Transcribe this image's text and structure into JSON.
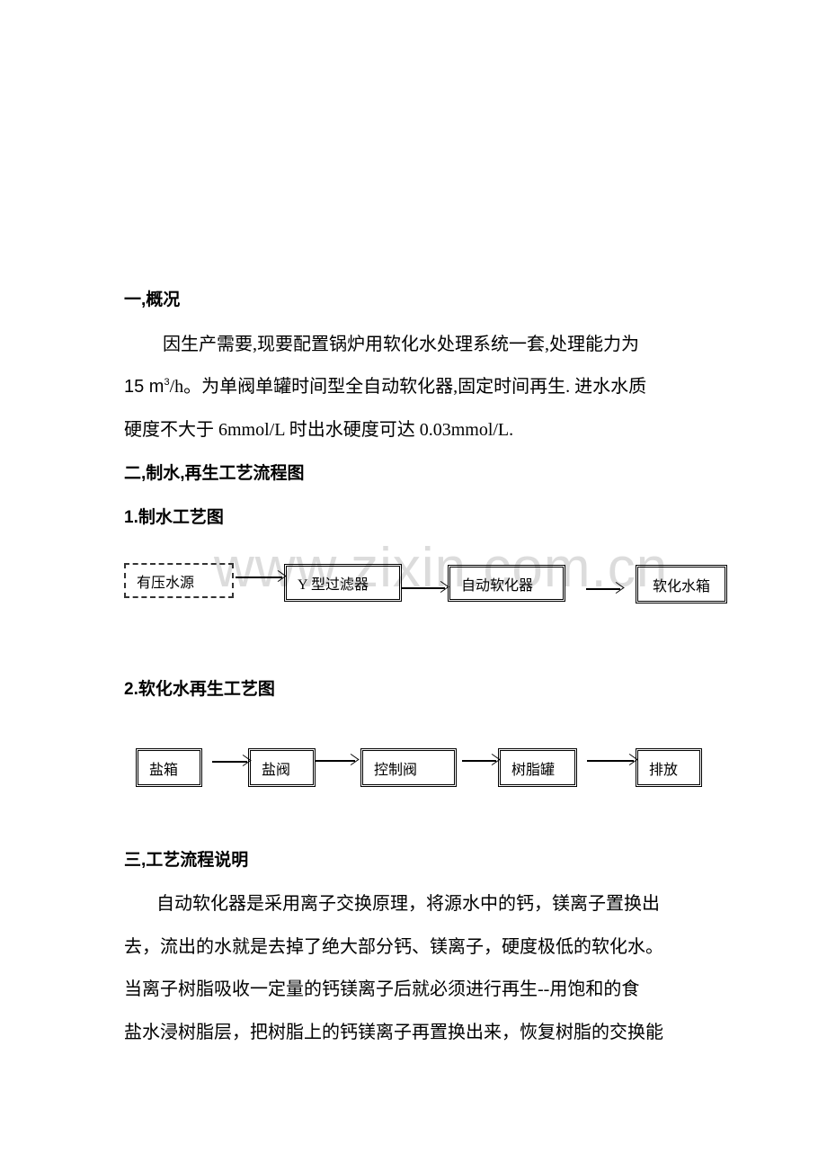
{
  "watermark": "www.zixin.com.cn",
  "sections": {
    "overview": {
      "heading": "一,概况",
      "para_line1": "因生产需要,现要配置锅炉用软化水处理系统一套,处理能力为",
      "para_line2_prefix": "15 m",
      "para_line2_sup": "3",
      "para_line2_rest": "/h。为单阀单罐时间型全自动软化器,固定时间再生. 进水水质",
      "para_line3": "硬度不大于 6mmol/L 时出水硬度可达 0.03mmol/L."
    },
    "flowcharts": {
      "heading": "二,制水,再生工艺流程图",
      "water_production": {
        "heading": "1.制水工艺图",
        "nodes": [
          "有压水源",
          "Y 型过滤器",
          "自动软化器",
          "软化水箱"
        ]
      },
      "regeneration": {
        "heading": "2.软化水再生工艺图",
        "nodes": [
          "盐箱",
          "盐阀",
          "控制阀",
          "树脂罐",
          "排放"
        ]
      }
    },
    "process_description": {
      "heading": "三,工艺流程说明",
      "lines": [
        "自动软化器是采用离子交换原理，将源水中的钙，镁离子置换出",
        "去，流出的水就是去掉了绝大部分钙、镁离子，硬度极低的软化水。",
        "当离子树脂吸收一定量的钙镁离子后就必须进行再生--用饱和的食",
        "盐水浸树脂层，把树脂上的钙镁离子再置换出来，恢复树脂的交换能"
      ]
    }
  }
}
